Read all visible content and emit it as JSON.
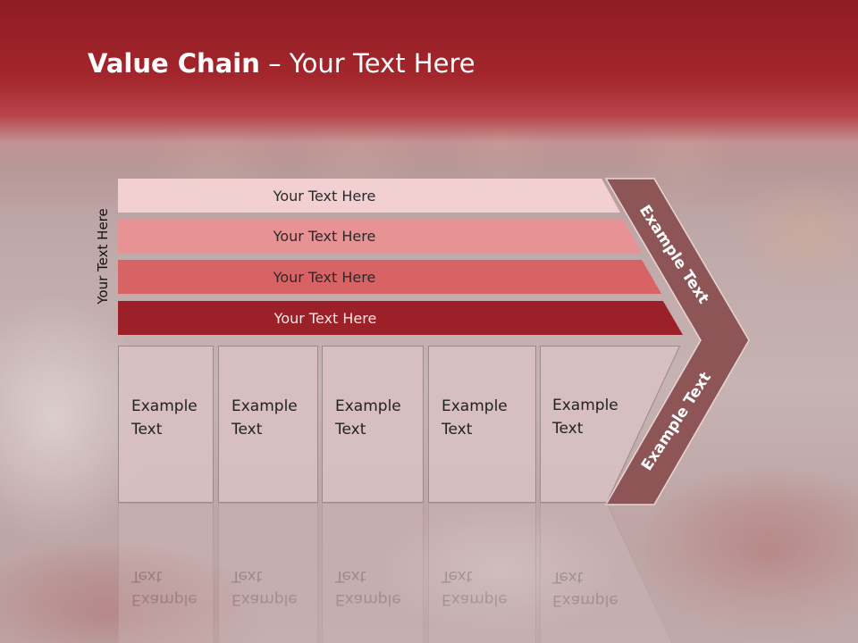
{
  "slide": {
    "title_bold": "Value Chain",
    "title_rest": " – Your Text Here",
    "side_label": "Your Text Here",
    "bands": [
      {
        "label": "Your Text Here",
        "color": "#f2cfd1"
      },
      {
        "label": "Your Text Here",
        "color": "#e79294"
      },
      {
        "label": "Your Text Here",
        "color": "#d76365"
      },
      {
        "label": "Your Text Here",
        "color": "#9b2027"
      }
    ],
    "boxes": [
      {
        "line1": "Example",
        "line2": "Text"
      },
      {
        "line1": "Example",
        "line2": "Text"
      },
      {
        "line1": "Example",
        "line2": "Text"
      },
      {
        "line1": "Example",
        "line2": "Text"
      },
      {
        "line1": "Example",
        "line2": "Text"
      }
    ],
    "chevron": {
      "top_label": "Example Text",
      "bottom_label": "Example Text",
      "color": "#8e5557"
    },
    "colors": {
      "header": "#a3262c",
      "box_fill": "#d8c0c2"
    }
  }
}
